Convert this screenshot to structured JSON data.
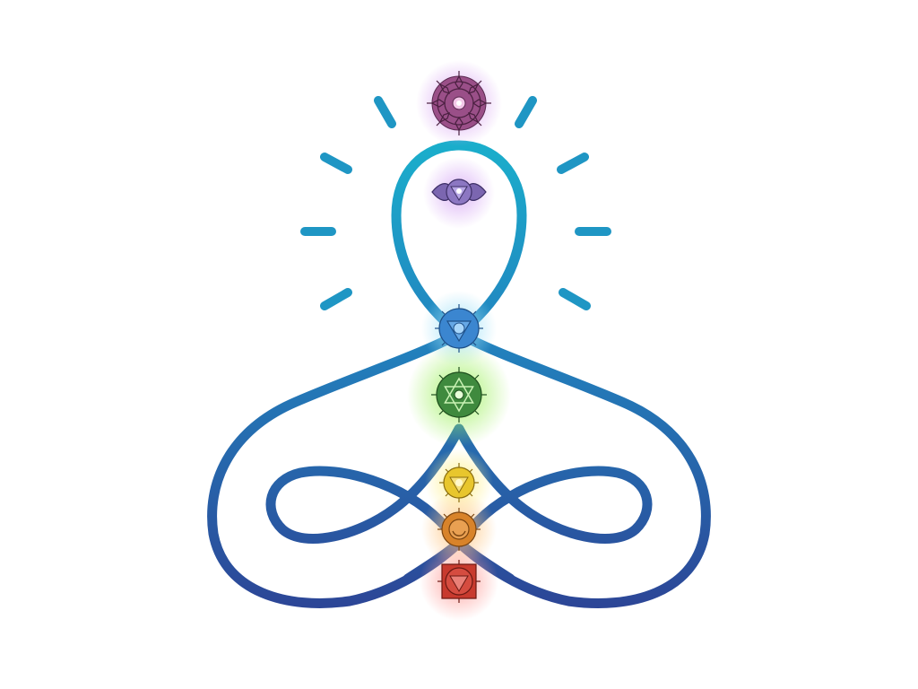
{
  "illustration": {
    "subject": "meditating-figure-with-seven-chakras",
    "colors": {
      "body_top": "#1aa3c8",
      "body_mid": "#2277b8",
      "body_bottom": "#2a4a9a",
      "rays": "#1f96c4"
    },
    "chakras": [
      {
        "id": "crown",
        "color": "#9a4f88",
        "glow": "#c98ae8",
        "shape": "lotus"
      },
      {
        "id": "third-eye",
        "color": "#7b66b0",
        "glow": "#d3a8f2",
        "shape": "wings"
      },
      {
        "id": "throat",
        "color": "#3b86d0",
        "glow": "#a5dcf5",
        "shape": "circle-triangle"
      },
      {
        "id": "heart",
        "color": "#3f8a3e",
        "glow": "#a8e870",
        "shape": "hexagram"
      },
      {
        "id": "solar-plexus",
        "color": "#e8c62d",
        "glow": "#fbe89a",
        "shape": "flower"
      },
      {
        "id": "sacral",
        "color": "#d8832a",
        "glow": "#f6c894",
        "shape": "crescent"
      },
      {
        "id": "root",
        "color": "#c83a2e",
        "glow": "#f4a3a0",
        "shape": "square"
      }
    ]
  }
}
